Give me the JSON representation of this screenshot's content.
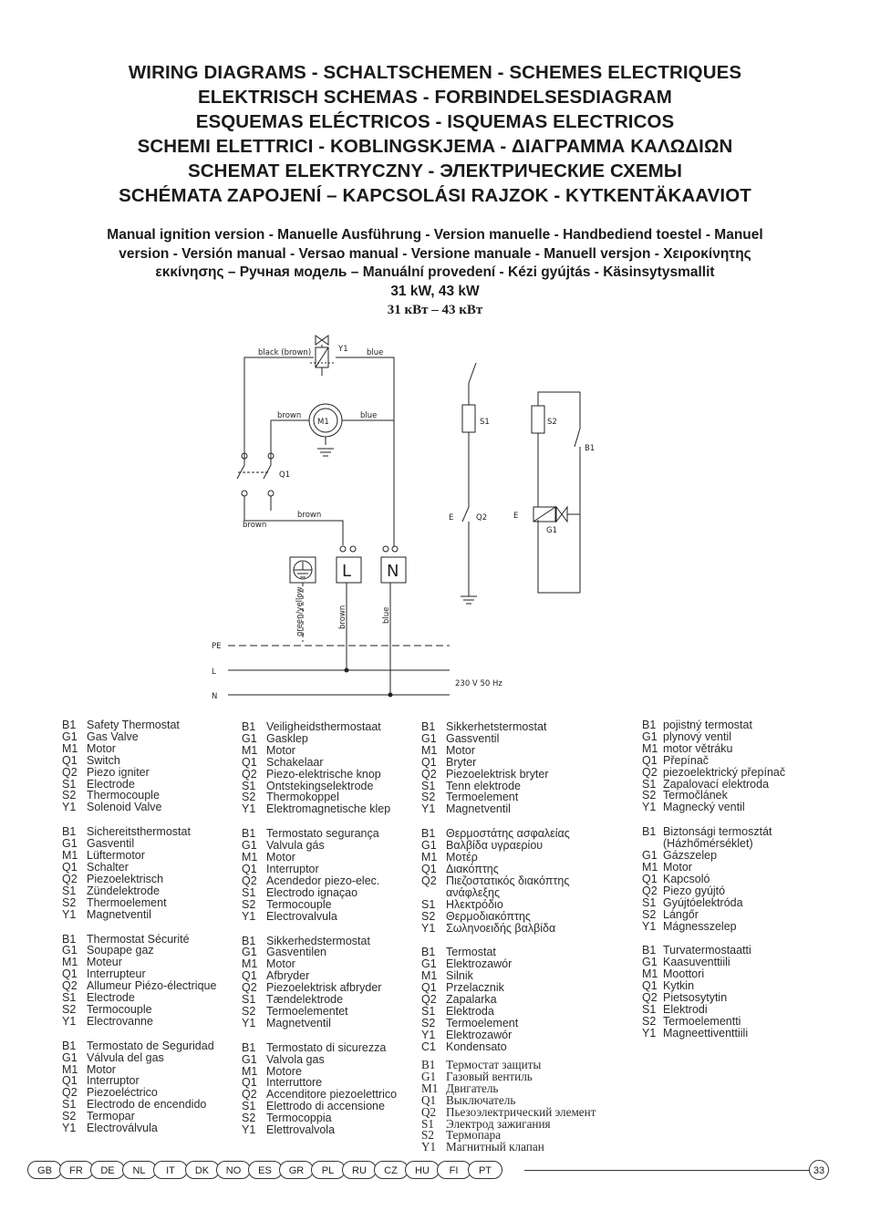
{
  "titles": [
    "WIRING DIAGRAMS - SCHALTSCHEMEN - SCHEMES ELECTRIQUES",
    "ELEKTRISCH SCHEMAS - FORBINDELSESDIAGRAM",
    "ESQUEMAS ELÉCTRICOS - ISQUEMAS ELECTRICOS",
    "SCHEMI ELETTRICI - KOBLINGSKJEMA - ΔΙΑΓΡΑΜΜΑ ΚΑΛΩΔΙΩΝ",
    "SCHEMAT ELEKTRYCZNY - ЭЛЕКТРИЧЕСКИЕ СХЕМЫ",
    "SCHÉMATA ZAPOJENÍ – KAPCSOLÁSI RAJZOK - KYTKENTÄKAAVIOT"
  ],
  "subtitle": {
    "line1": "Manual ignition version - Manuelle Ausführung - Version manuelle - Handbediend toestel - Manuel",
    "line2": "version - Versión manual - Versao manual - Versione manuale - Manuell versjon - Χειροκίνητης",
    "line3": "εκκίνησης – Ручная модель – Manuální provedení - Kézi gyújtás - Käsinsytysmallit",
    "power": "31 kW, 43 kW",
    "power_ru": "31 кВт – 43 кВт"
  },
  "diagram": {
    "wire_black_brown": "black (brown)",
    "wire_blue_top": "blue",
    "y1": "Y1",
    "m1": "M1",
    "wire_brown_left": "brown",
    "wire_blue_right": "blue",
    "q1": "Q1",
    "wire_brown_lower": "brown",
    "wire_brown_mid": "brown",
    "term_l": "L",
    "term_n": "N",
    "wire_green_yellow": "green/yellow",
    "wire_brown_vert": "brown",
    "wire_blue_vert": "blue",
    "pe": "PE",
    "l": "L",
    "n": "N",
    "supply": "230  V  50  Hz",
    "s1": "S1",
    "s2": "S2",
    "b1": "B1",
    "q2": "Q2",
    "g1": "G1",
    "e_left": "E",
    "e_right": "E"
  },
  "legend": {
    "gb": [
      [
        "B1",
        "Safety Thermostat"
      ],
      [
        "G1",
        "Gas Valve"
      ],
      [
        "M1",
        "Motor"
      ],
      [
        "Q1",
        "Switch"
      ],
      [
        "Q2",
        "Piezo igniter"
      ],
      [
        "S1",
        "Electrode"
      ],
      [
        "S2",
        "Thermocouple"
      ],
      [
        "Y1",
        "Solenoid Valve"
      ]
    ],
    "de": [
      [
        "B1",
        "Sichereitsthermostat"
      ],
      [
        "G1",
        "Gasventil"
      ],
      [
        "M1",
        "Lüftermotor"
      ],
      [
        "Q1",
        "Schalter"
      ],
      [
        "Q2",
        "Piezoelektrisch"
      ],
      [
        "S1",
        "Zündelektrode"
      ],
      [
        "S2",
        "Thermoelement"
      ],
      [
        "Y1",
        "Magnetventil"
      ]
    ],
    "fr": [
      [
        "B1",
        "Thermostat Sécurité"
      ],
      [
        "G1",
        "Soupape gaz"
      ],
      [
        "M1",
        " Moteur"
      ],
      [
        "Q1",
        "Interrupteur"
      ],
      [
        "Q2",
        " Allumeur Piézo-électrique"
      ],
      [
        "S1",
        "Electrode"
      ],
      [
        "S2",
        "Termocouple"
      ],
      [
        "Y1",
        "Electrovanne"
      ]
    ],
    "es": [
      [
        "B1",
        "Termostato de Seguridad"
      ],
      [
        "G1",
        "Válvula del gas"
      ],
      [
        "M1",
        "Motor"
      ],
      [
        "Q1",
        "Interruptor"
      ],
      [
        "Q2",
        "Piezoeléctrico"
      ],
      [
        "S1",
        "Electrodo de encendido"
      ],
      [
        "S2",
        "Termopar"
      ],
      [
        "Y1",
        "Electroválvula"
      ]
    ],
    "nl": [
      [
        "B1",
        "Veiligheidsthermostaat"
      ],
      [
        "G1",
        "Gasklep"
      ],
      [
        "M1",
        "Motor"
      ],
      [
        "Q1",
        "Schakelaar"
      ],
      [
        "Q2",
        "Piezo-elektrische knop"
      ],
      [
        "S1",
        "Ontstekingselektrode"
      ],
      [
        "S2",
        "Thermokoppel"
      ],
      [
        "Y1",
        "Elektromagnetische klep"
      ]
    ],
    "pt": [
      [
        "B1",
        "Termostato  segurança"
      ],
      [
        "G1",
        "Valvula gás"
      ],
      [
        "M1",
        "Motor"
      ],
      [
        "Q1",
        "Interruptor"
      ],
      [
        "Q2",
        "Acendedor piezo-elec."
      ],
      [
        "S1",
        "Electrodo ignaçao"
      ],
      [
        "S2",
        "Termocouple"
      ],
      [
        "Y1",
        "Electrovalvula"
      ]
    ],
    "dk": [
      [
        "B1",
        "Sikkerhedstermostat"
      ],
      [
        "G1",
        "Gasventilen"
      ],
      [
        "M1",
        "Motor"
      ],
      [
        "Q1",
        "Afbryder"
      ],
      [
        "Q2",
        "Piezoelektrisk afbryder"
      ],
      [
        "S1",
        " Tændelektrode"
      ],
      [
        "S2",
        "Termoelementet"
      ],
      [
        "Y1",
        "Magnetventil"
      ]
    ],
    "it": [
      [
        "B1",
        "Termostato di sicurezza"
      ],
      [
        "G1",
        "Valvola gas"
      ],
      [
        "M1",
        "Motore"
      ],
      [
        "Q1",
        "Interruttore"
      ],
      [
        "Q2",
        "Accenditore piezoelettrico"
      ],
      [
        "S1",
        "Elettrodo di accensione"
      ],
      [
        "S2",
        "Termocoppia"
      ],
      [
        "Y1",
        "Elettrovalvola"
      ]
    ],
    "no": [
      [
        "B1",
        "Sikkerhetstermostat"
      ],
      [
        "G1",
        "Gassventil"
      ],
      [
        "M1",
        "Motor"
      ],
      [
        "Q1",
        "Bryter"
      ],
      [
        "Q2",
        "Piezoelektrisk bryter"
      ],
      [
        "S1",
        "Tenn elektrode"
      ],
      [
        "S2",
        "Termoelement"
      ],
      [
        "Y1",
        "Magnetventil"
      ]
    ],
    "gr": [
      [
        "B1",
        "Θερμοστάτης ασφαλείας"
      ],
      [
        "G1",
        "Βαλβίδα υγραερίου"
      ],
      [
        "M1",
        "Μοτέρ"
      ],
      [
        "Q1",
        "Διακόπτης"
      ],
      [
        "Q2",
        "Πιεζοστατικός διακόπτης"
      ],
      [
        "",
        "ανάφλεξης"
      ],
      [
        "S1",
        "Ηλεκτρόδιο"
      ],
      [
        "S2",
        "Θερμοδιακόπτης"
      ],
      [
        "Y1",
        "Σωληνοειδής βαλβίδα"
      ]
    ],
    "pl": [
      [
        "B1",
        "Termostat"
      ],
      [
        "G1",
        "Elektrozawór"
      ],
      [
        "M1",
        " Silnik"
      ],
      [
        "Q1",
        "Przelacznik"
      ],
      [
        "Q2",
        "Zapalarka"
      ],
      [
        "S1",
        "Elektroda"
      ],
      [
        "S2",
        "Termoelement"
      ],
      [
        "Y1",
        "Elektrozawór"
      ],
      [
        "C1",
        "Kondensato"
      ]
    ],
    "ru": [
      [
        "B1",
        "Термостат защиты"
      ],
      [
        "G1",
        "Газовый вентиль"
      ],
      [
        "M1",
        "Двигатель"
      ],
      [
        "Q1",
        "Выключатель"
      ],
      [
        "Q2",
        "Пьезоэлектрический элемент"
      ],
      [
        "S1",
        "Электрод зажигания"
      ],
      [
        "S2",
        "Термопара"
      ],
      [
        "Y1",
        "Магнитный клапан"
      ]
    ],
    "cz": [
      [
        "B1",
        "pojistný termostat"
      ],
      [
        "G1",
        "plynový ventil"
      ],
      [
        "M1",
        "motor větráku"
      ],
      [
        "Q1",
        "Přepínač"
      ],
      [
        "Q2",
        "piezoelektrický přepínač"
      ],
      [
        "S1",
        "Zapalovací elektroda"
      ],
      [
        "S2",
        "Termočlánek"
      ],
      [
        "Y1",
        "Magnecký ventil"
      ]
    ],
    "hu": [
      [
        "B1",
        "Biztonsági termosztát"
      ],
      [
        "",
        "(Házhőmérséklet)"
      ],
      [
        "G1",
        "Gázszelep"
      ],
      [
        "M1",
        "Motor"
      ],
      [
        "Q1",
        "Kapcsoló"
      ],
      [
        "Q2",
        "Piezo gyújtó"
      ],
      [
        "S1",
        "Gyújtóelektróda"
      ],
      [
        "S2",
        "Lángőr"
      ],
      [
        "Y1",
        "Mágnesszelep"
      ]
    ],
    "fi": [
      [
        "B1",
        "Turvatermostaatti"
      ],
      [
        "G1",
        "Kaasuventtiili"
      ],
      [
        "M1",
        "Moottori"
      ],
      [
        "Q1",
        "Kytkin"
      ],
      [
        "Q2",
        "Pietsosytytin"
      ],
      [
        "S1",
        "Elektrodi"
      ],
      [
        "S2",
        "Termoelementti"
      ],
      [
        "Y1",
        "Magneettiventtiili"
      ]
    ]
  },
  "footer": {
    "languages": [
      "GB",
      "FR",
      "DE",
      "NL",
      "IT",
      "DK",
      "NO",
      "ES",
      "GR",
      "PL",
      "RU",
      "CZ",
      "HU",
      "FI",
      "PT"
    ],
    "page": "33"
  }
}
